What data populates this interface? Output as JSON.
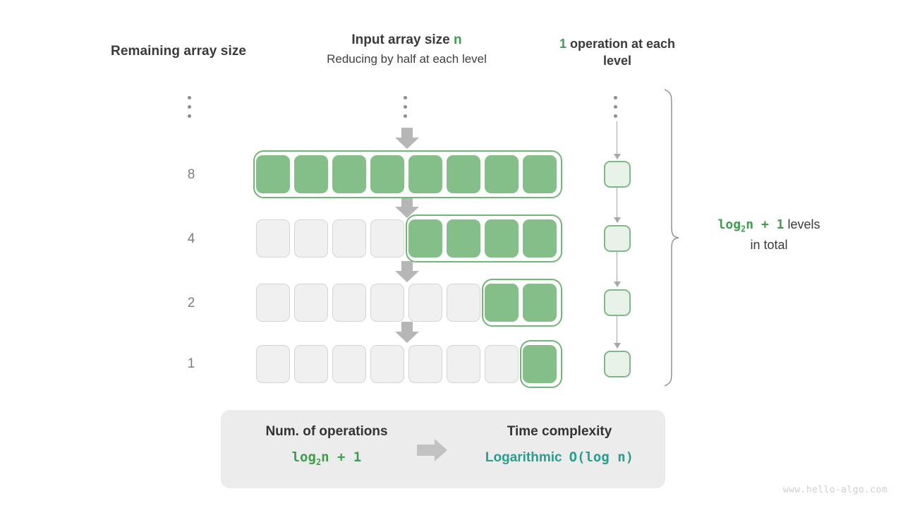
{
  "headers": {
    "left_column": "Remaining array size",
    "center_title_prefix": "Input array size ",
    "center_title_var": "n",
    "center_subtitle": "Reducing by half at each level",
    "right_title_num": "1",
    "right_title_rest": " operation at each level"
  },
  "levels": [
    {
      "size_label": "8",
      "total_cells": 8,
      "active_cells": 8,
      "active_start_index": 0
    },
    {
      "size_label": "4",
      "total_cells": 8,
      "active_cells": 4,
      "active_start_index": 4
    },
    {
      "size_label": "2",
      "total_cells": 8,
      "active_cells": 2,
      "active_start_index": 6
    },
    {
      "size_label": "1",
      "total_cells": 8,
      "active_cells": 1,
      "active_start_index": 7
    }
  ],
  "ellipsis": {
    "glyph": "⋮",
    "count": 3
  },
  "annotation": {
    "formula_log": "log",
    "formula_sub": "2",
    "formula_rest": "n + 1",
    "text_line1": " levels",
    "text_line2": "in total"
  },
  "summary": {
    "left_title": "Num. of operations",
    "left_value_log": "log",
    "left_value_sub": "2",
    "left_value_rest": "n + 1",
    "right_title": "Time complexity",
    "right_value_word": "Logarithmic",
    "right_value_bigo": "O(log n)"
  },
  "watermark": "www.hello-algo.com",
  "colors": {
    "cell_active": "#84bf8a",
    "cell_idle": "#f0f0f0",
    "group_outline": "#6fb677",
    "op_box_fill": "#e9f2e9",
    "op_box_border": "#7cb985",
    "accent_green": "#3e9e4e",
    "accent_teal": "#2a9d8f",
    "arrow_gray": "#b6b6b6",
    "panel_bg": "#ececec",
    "text_dark": "#3a3a3a",
    "text_muted": "#7d7d7d"
  }
}
